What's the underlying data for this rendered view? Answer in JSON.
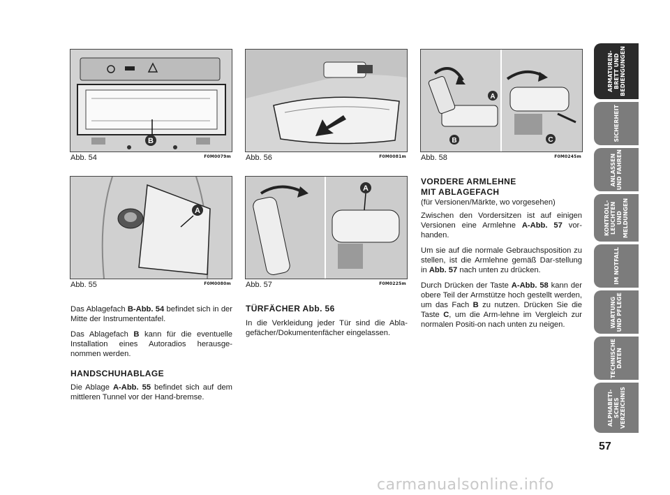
{
  "figures": {
    "abb54": {
      "caption": "Abb. 54",
      "code": "F0M0079m",
      "label": "B"
    },
    "abb56": {
      "caption": "Abb. 56",
      "code": "F0M0081m"
    },
    "abb58": {
      "caption": "Abb. 58",
      "code": "F0M0245m",
      "label_a": "A",
      "label_b": "B",
      "label_c": "C"
    },
    "abb55": {
      "caption": "Abb. 55",
      "code": "F0M0080m",
      "label": "A"
    },
    "abb57": {
      "caption": "Abb. 57",
      "code": "F0M0225m",
      "label": "A"
    }
  },
  "col1": {
    "p1_pre": "Das Ablagefach ",
    "p1_ref": "B-Abb. 54",
    "p1_post": " befindet sich in der Mitte der Instrumententafel.",
    "p2_pre": "Das Ablagefach ",
    "p2_ref": "B",
    "p2_post": " kann für die eventuelle Installation eines Autoradios herausge-nommen werden.",
    "heading": "HANDSCHUHABLAGE",
    "p3_pre": "Die Ablage ",
    "p3_ref": "A-Abb. 55",
    "p3_post": " befindet sich auf dem mittleren Tunnel vor der Hand-bremse."
  },
  "col2": {
    "heading": "TÜRFÄCHER Abb. 56",
    "p1": "In die Verkleidung jeder Tür sind die Abla-gefächer/Dokumentenfächer eingelassen."
  },
  "col3": {
    "heading_line1": "VORDERE ARMLEHNE",
    "heading_line2": "MIT ABLAGEFACH",
    "sub": "(für Versionen/Märkte, wo vorgesehen)",
    "p1_pre": "Zwischen den Vordersitzen ist auf einigen Versionen eine Armlehne ",
    "p1_ref": "A-Abb. 57",
    "p1_post": " vor-handen.",
    "p2_pre": "Um sie auf die normale Gebrauchsposition zu stellen, ist die Armlehne gemäß Dar-stellung in ",
    "p2_ref": "Abb. 57",
    "p2_post": " nach unten zu drücken.",
    "p3_pre": "Durch Drücken der Taste ",
    "p3_ref1": "A-Abb. 58",
    "p3_mid1": " kann der obere Teil der Armstütze hoch gestellt werden, um das Fach ",
    "p3_ref2": "B",
    "p3_mid2": " zu nutzen. Drücken Sie die Taste ",
    "p3_ref3": "C",
    "p3_post": ", um die Arm-lehne im Vergleich zur normalen Positi-on nach unten zu neigen."
  },
  "tabs": [
    {
      "label": "ARMATUREN-\nBRETT UND\nBEDIENGUNGEN",
      "active": true
    },
    {
      "label": "SICHERHEIT",
      "active": false
    },
    {
      "label": "ANLASSEN\nUND FAHREN",
      "active": false
    },
    {
      "label": "KONTROLL-\nLEUCHTEN UND\nMELDUNGEN",
      "active": false
    },
    {
      "label": "IM NOTFALL",
      "active": false
    },
    {
      "label": "WARTUNG\nUND PFLEGE",
      "active": false
    },
    {
      "label": "TECHNISCHE\nDATEN",
      "active": false
    },
    {
      "label": "ALPHABETI-\nSCHES\nVERZEICHNIS",
      "active": false
    }
  ],
  "page_number": "57",
  "watermark": "carmanualsonline.info"
}
